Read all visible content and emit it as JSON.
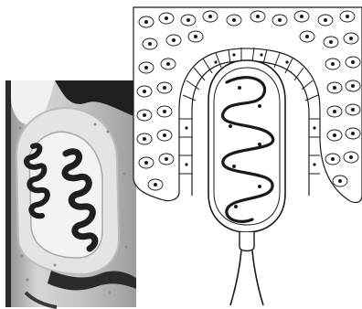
{
  "figure": {
    "panels": [
      {
        "kind": "micrograph",
        "subject": "histology-section",
        "tone": "grayscale"
      },
      {
        "kind": "line-drawing",
        "subject": "schematic-glandular-unit"
      }
    ],
    "colors": {
      "background": "#ffffff",
      "ink": "#1a1a1a",
      "tissue_light": "#e6e6e6",
      "tissue_mid": "#b7b7b7",
      "tissue_dark": "#2b2b2b",
      "dark_region": "#1f1f1f"
    }
  }
}
